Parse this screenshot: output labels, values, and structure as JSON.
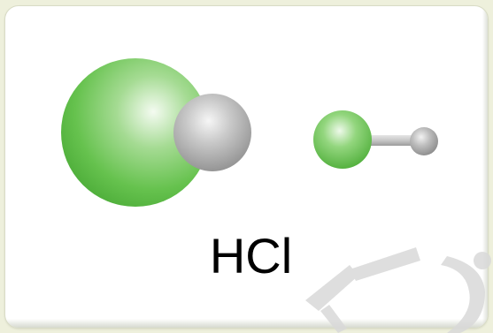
{
  "formula": "HCl",
  "colors": {
    "chlorine": "#63c04a",
    "hydrogen": "#b9b9b9",
    "bond": "#c4c4c4",
    "background": "#eef0dc",
    "card": "#ffffff",
    "watermark": "#d7d7d7"
  },
  "atoms": [
    "Cl",
    "H"
  ]
}
